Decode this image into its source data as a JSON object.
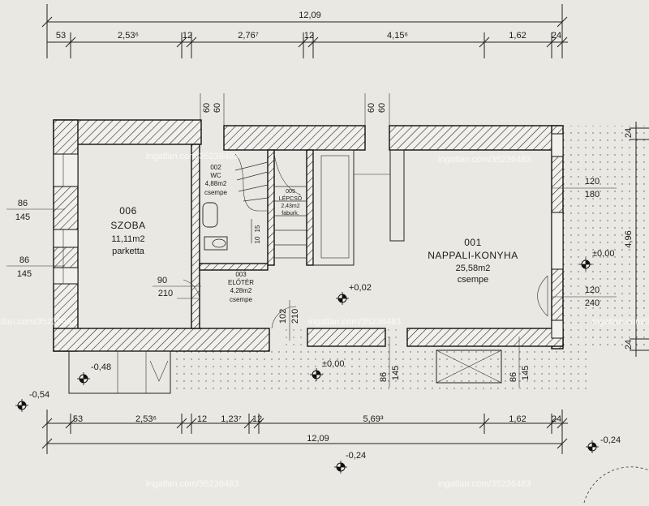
{
  "dimensions": {
    "top_total": "12,09",
    "top_segments": [
      "53",
      "2,53⁶",
      "12",
      "2,76⁷",
      "12",
      "4,15⁶",
      "1,62",
      "24"
    ],
    "bottom_segments": [
      "53",
      "2,53⁶",
      "12",
      "1,23⁷",
      "12",
      "5,69³",
      "1,62",
      "24"
    ],
    "bottom_total": "12,09",
    "right_height": "4,96",
    "right_top": "24",
    "right_bottom": "24",
    "wall_thickness_left": "60",
    "wall_thickness_right": "60"
  },
  "rooms": [
    {
      "number": "006",
      "name": "SZOBA",
      "area": "11,11m2",
      "floor": "parketta"
    },
    {
      "number": "002",
      "name": "WC",
      "area": "4,88m2",
      "floor": "csempe"
    },
    {
      "number": "005",
      "name": "LÉPCSŐ",
      "area": "2,43m2",
      "floor": "faburk."
    },
    {
      "number": "003",
      "name": "ELŐTÉR",
      "area": "4,28m2",
      "floor": "csempe"
    },
    {
      "number": "001",
      "name": "NAPPALI-KONYHA",
      "area": "25,58m2",
      "floor": "csempe"
    }
  ],
  "openings": {
    "left_window_1": {
      "w": "86",
      "h": "145"
    },
    "left_window_2": {
      "w": "86",
      "h": "145"
    },
    "door_szoba": {
      "w": "90",
      "h": "210"
    },
    "right_window_1": {
      "w": "120",
      "h": "180"
    },
    "right_window_2": {
      "w": "120",
      "h": "240"
    },
    "entry_door": {
      "w": "102",
      "h": "210"
    },
    "bottom_window_1": {
      "w": "86",
      "h": "145"
    },
    "bottom_window_2": {
      "w": "86",
      "h": "145"
    }
  },
  "levels": {
    "entry": "+0,02",
    "right_terrace": "±0,00",
    "front_terrace": "±0,00",
    "left_low": "-0,48",
    "far_left": "-0,54",
    "bottom_right": "-0,24",
    "bottom_center": "-0,24"
  },
  "stair_labels": [
    "15",
    "10"
  ],
  "watermark": "ingatlan.com/35236483",
  "colors": {
    "paper": "#e9e8e3",
    "ink": "#1c1c1c"
  }
}
